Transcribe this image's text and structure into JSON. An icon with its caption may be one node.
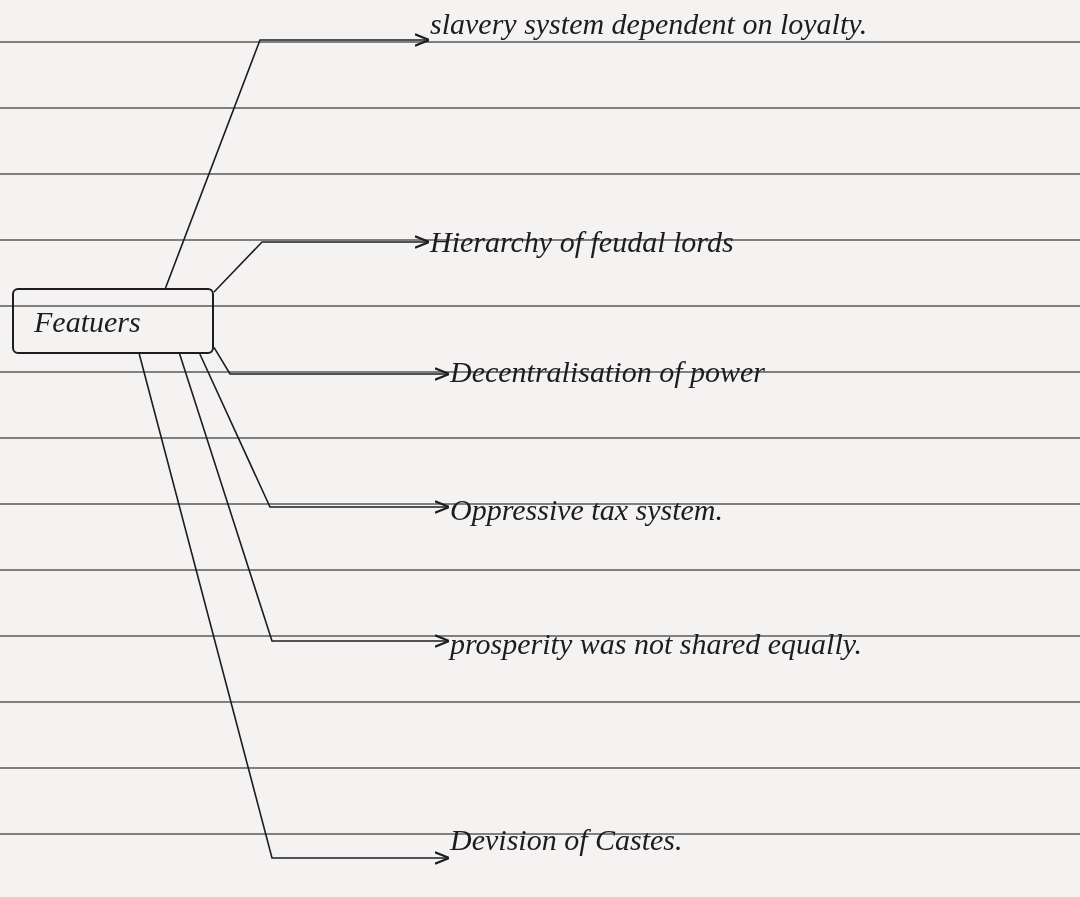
{
  "diagram": {
    "nodes": [
      {
        "text": [
          "Featuers"
        ]
      },
      {
        "text": [
          "slavery system dependent on loyalty."
        ]
      },
      {
        "text": [
          "Hierarchy of feudal lords"
        ]
      },
      {
        "text": [
          "Decentralisation of power"
        ]
      },
      {
        "text": [
          "Oppressive tax system."
        ]
      },
      {
        "text": [
          "prosperity was not shared equally."
        ]
      },
      {
        "text": [
          "Devision of Castes."
        ]
      }
    ],
    "edges": [
      {
        "from": 0,
        "to": 1,
        "arrow": "to"
      },
      {
        "from": 0,
        "to": 2,
        "arrow": "to"
      },
      {
        "from": 0,
        "to": 3,
        "arrow": "to"
      },
      {
        "from": 0,
        "to": 4,
        "arrow": "to"
      },
      {
        "from": 0,
        "to": 5,
        "arrow": "to"
      },
      {
        "from": 0,
        "to": 6,
        "arrow": "to"
      }
    ]
  }
}
